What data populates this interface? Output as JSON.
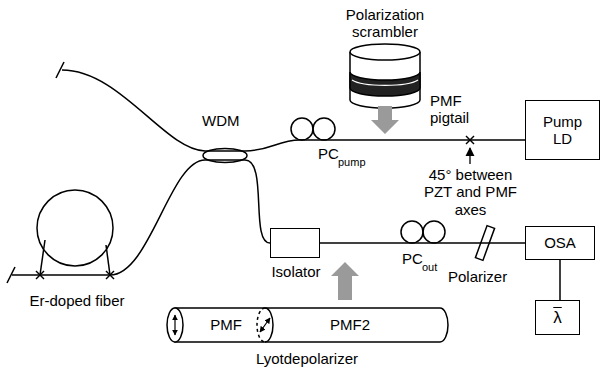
{
  "diagram": {
    "nodes": [
      {
        "text": [
          "Pump LD"
        ]
      },
      {
        "text": [
          "Isolator"
        ]
      },
      {
        "text": [
          "OSA"
        ]
      },
      {
        "text": [
          "λ"
        ]
      },
      {
        "text": [
          "PMF",
          "PMF2",
          "Lyotdepolarizer"
        ]
      }
    ],
    "edges": [
      {
        "from": 1,
        "to": 2,
        "arrow": "none"
      },
      {
        "from": 2,
        "to": 3,
        "arrow": "none"
      }
    ],
    "labels": [
      "Polarization scrambler",
      "PMF pigtail",
      "45° between PZT and PMF axes",
      "WDM",
      "PC",
      "pump",
      "Er-doped fiber",
      "PC",
      "out",
      "Polarizer"
    ]
  }
}
